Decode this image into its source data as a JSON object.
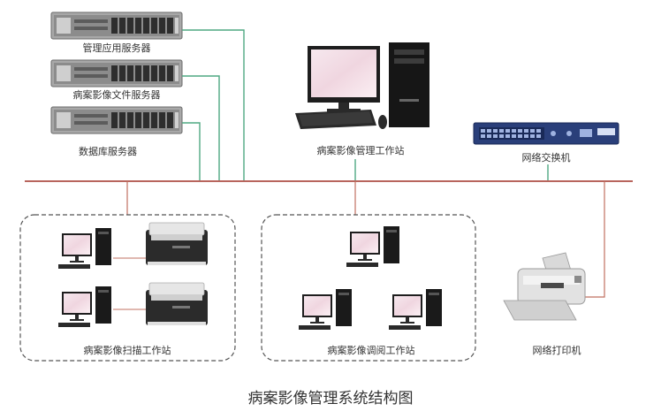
{
  "labels": {
    "app_server": "管理应用服务器",
    "file_server": "病案影像文件服务器",
    "db_server": "数据库服务器",
    "mgmt_workstation": "病案影像管理工作站",
    "switch": "网络交换机",
    "scan_workstation": "病案影像扫描工作站",
    "review_workstation": "病案影像调阅工作站",
    "printer": "网络打印机",
    "caption": "病案影像管理系统结构图"
  },
  "colors": {
    "bus": "#b8655d",
    "green_link": "#4fa882",
    "red_link": "#c07060",
    "switch_body": "#2a3f7a",
    "server_body": "#9a9a9a"
  }
}
